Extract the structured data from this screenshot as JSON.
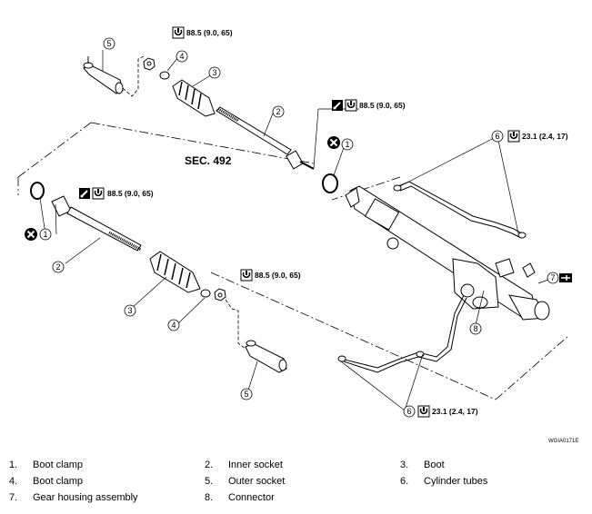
{
  "diagram": {
    "section_label": "SEC. 492",
    "figure_code": "WGIA0171E",
    "torque_values": {
      "t1": "88.5 (9.0, 65)",
      "t2": "88.5 (9.0, 65)",
      "t3": "88.5 (9.0, 65)",
      "t4": "88.5 (9.0, 65)",
      "t5": "23.1 (2.4, 17)",
      "t6": "23.1 (2.4, 17)"
    },
    "callouts": {
      "c1a": "1",
      "c1b": "1",
      "c2a": "2",
      "c2b": "2",
      "c3a": "3",
      "c3b": "3",
      "c4a": "4",
      "c4b": "4",
      "c5a": "5",
      "c5b": "5",
      "c6a": "6",
      "c6b": "6",
      "c7": "7",
      "c8": "8"
    }
  },
  "legend": [
    {
      "num": "1.",
      "label": "Boot clamp"
    },
    {
      "num": "2.",
      "label": "Inner socket"
    },
    {
      "num": "3.",
      "label": "Boot"
    },
    {
      "num": "4.",
      "label": "Boot clamp"
    },
    {
      "num": "5.",
      "label": "Outer socket"
    },
    {
      "num": "6.",
      "label": "Cylinder tubes"
    },
    {
      "num": "7.",
      "label": "Gear housing assembly"
    },
    {
      "num": "8.",
      "label": "Connector"
    }
  ]
}
